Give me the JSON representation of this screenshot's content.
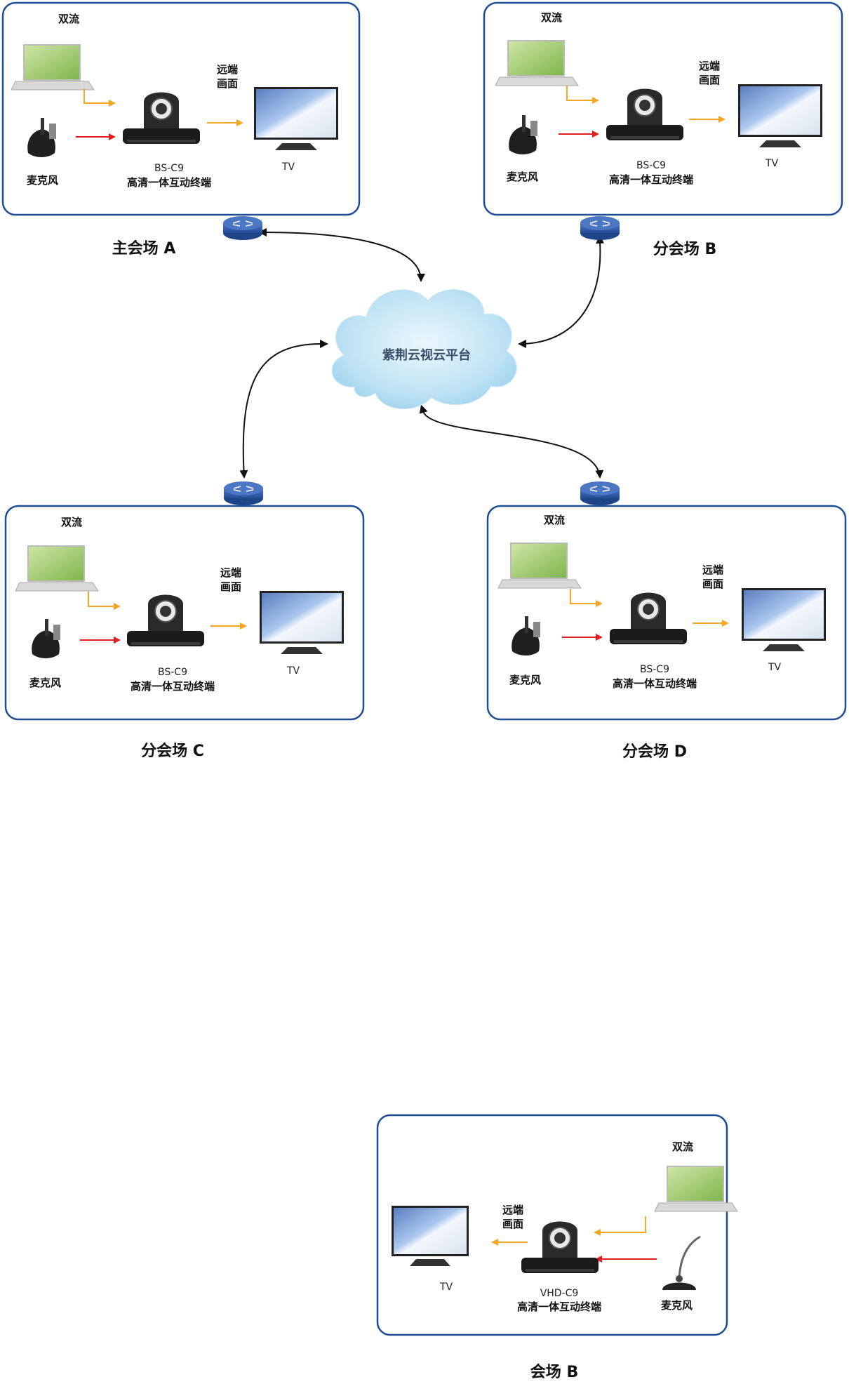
{
  "cloud": {
    "label": "紫荆云视云平台"
  },
  "sites": [
    {
      "title": "主会场 A",
      "dual_stream": "双流",
      "remote_line1": "远端",
      "remote_line2": "画面",
      "terminal_model": "BS-C9",
      "terminal_name": "高清一体互动终端",
      "mic": "麦克风",
      "tv": "TV"
    },
    {
      "title": "分会场 B",
      "dual_stream": "双流",
      "remote_line1": "远端",
      "remote_line2": "画面",
      "terminal_model": "BS-C9",
      "terminal_name": "高清一体互动终端",
      "mic": "麦克风",
      "tv": "TV"
    },
    {
      "title": "分会场 C",
      "dual_stream": "双流",
      "remote_line1": "远端",
      "remote_line2": "画面",
      "terminal_model": "BS-C9",
      "terminal_name": "高清一体互动终端",
      "mic": "麦克风",
      "tv": "TV"
    },
    {
      "title": "分会场 D",
      "dual_stream": "双流",
      "remote_line1": "远端",
      "remote_line2": "画面",
      "terminal_model": "BS-C9",
      "terminal_name": "高清一体互动终端",
      "mic": "麦克风",
      "tv": "TV"
    }
  ],
  "single_site": {
    "title": "会场 B",
    "dual_stream": "双流",
    "remote_line1": "远端",
    "remote_line2": "画面",
    "terminal_model": "VHD-C9",
    "terminal_name": "高清一体互动终端",
    "mic": "麦克风",
    "tv": "TV"
  },
  "colors": {
    "box_border": "#1d4d95",
    "orange_arrow": "#f5a623",
    "red_arrow": "#e02020",
    "router": "#2f5aa8",
    "cloud": "#b8dff2"
  }
}
